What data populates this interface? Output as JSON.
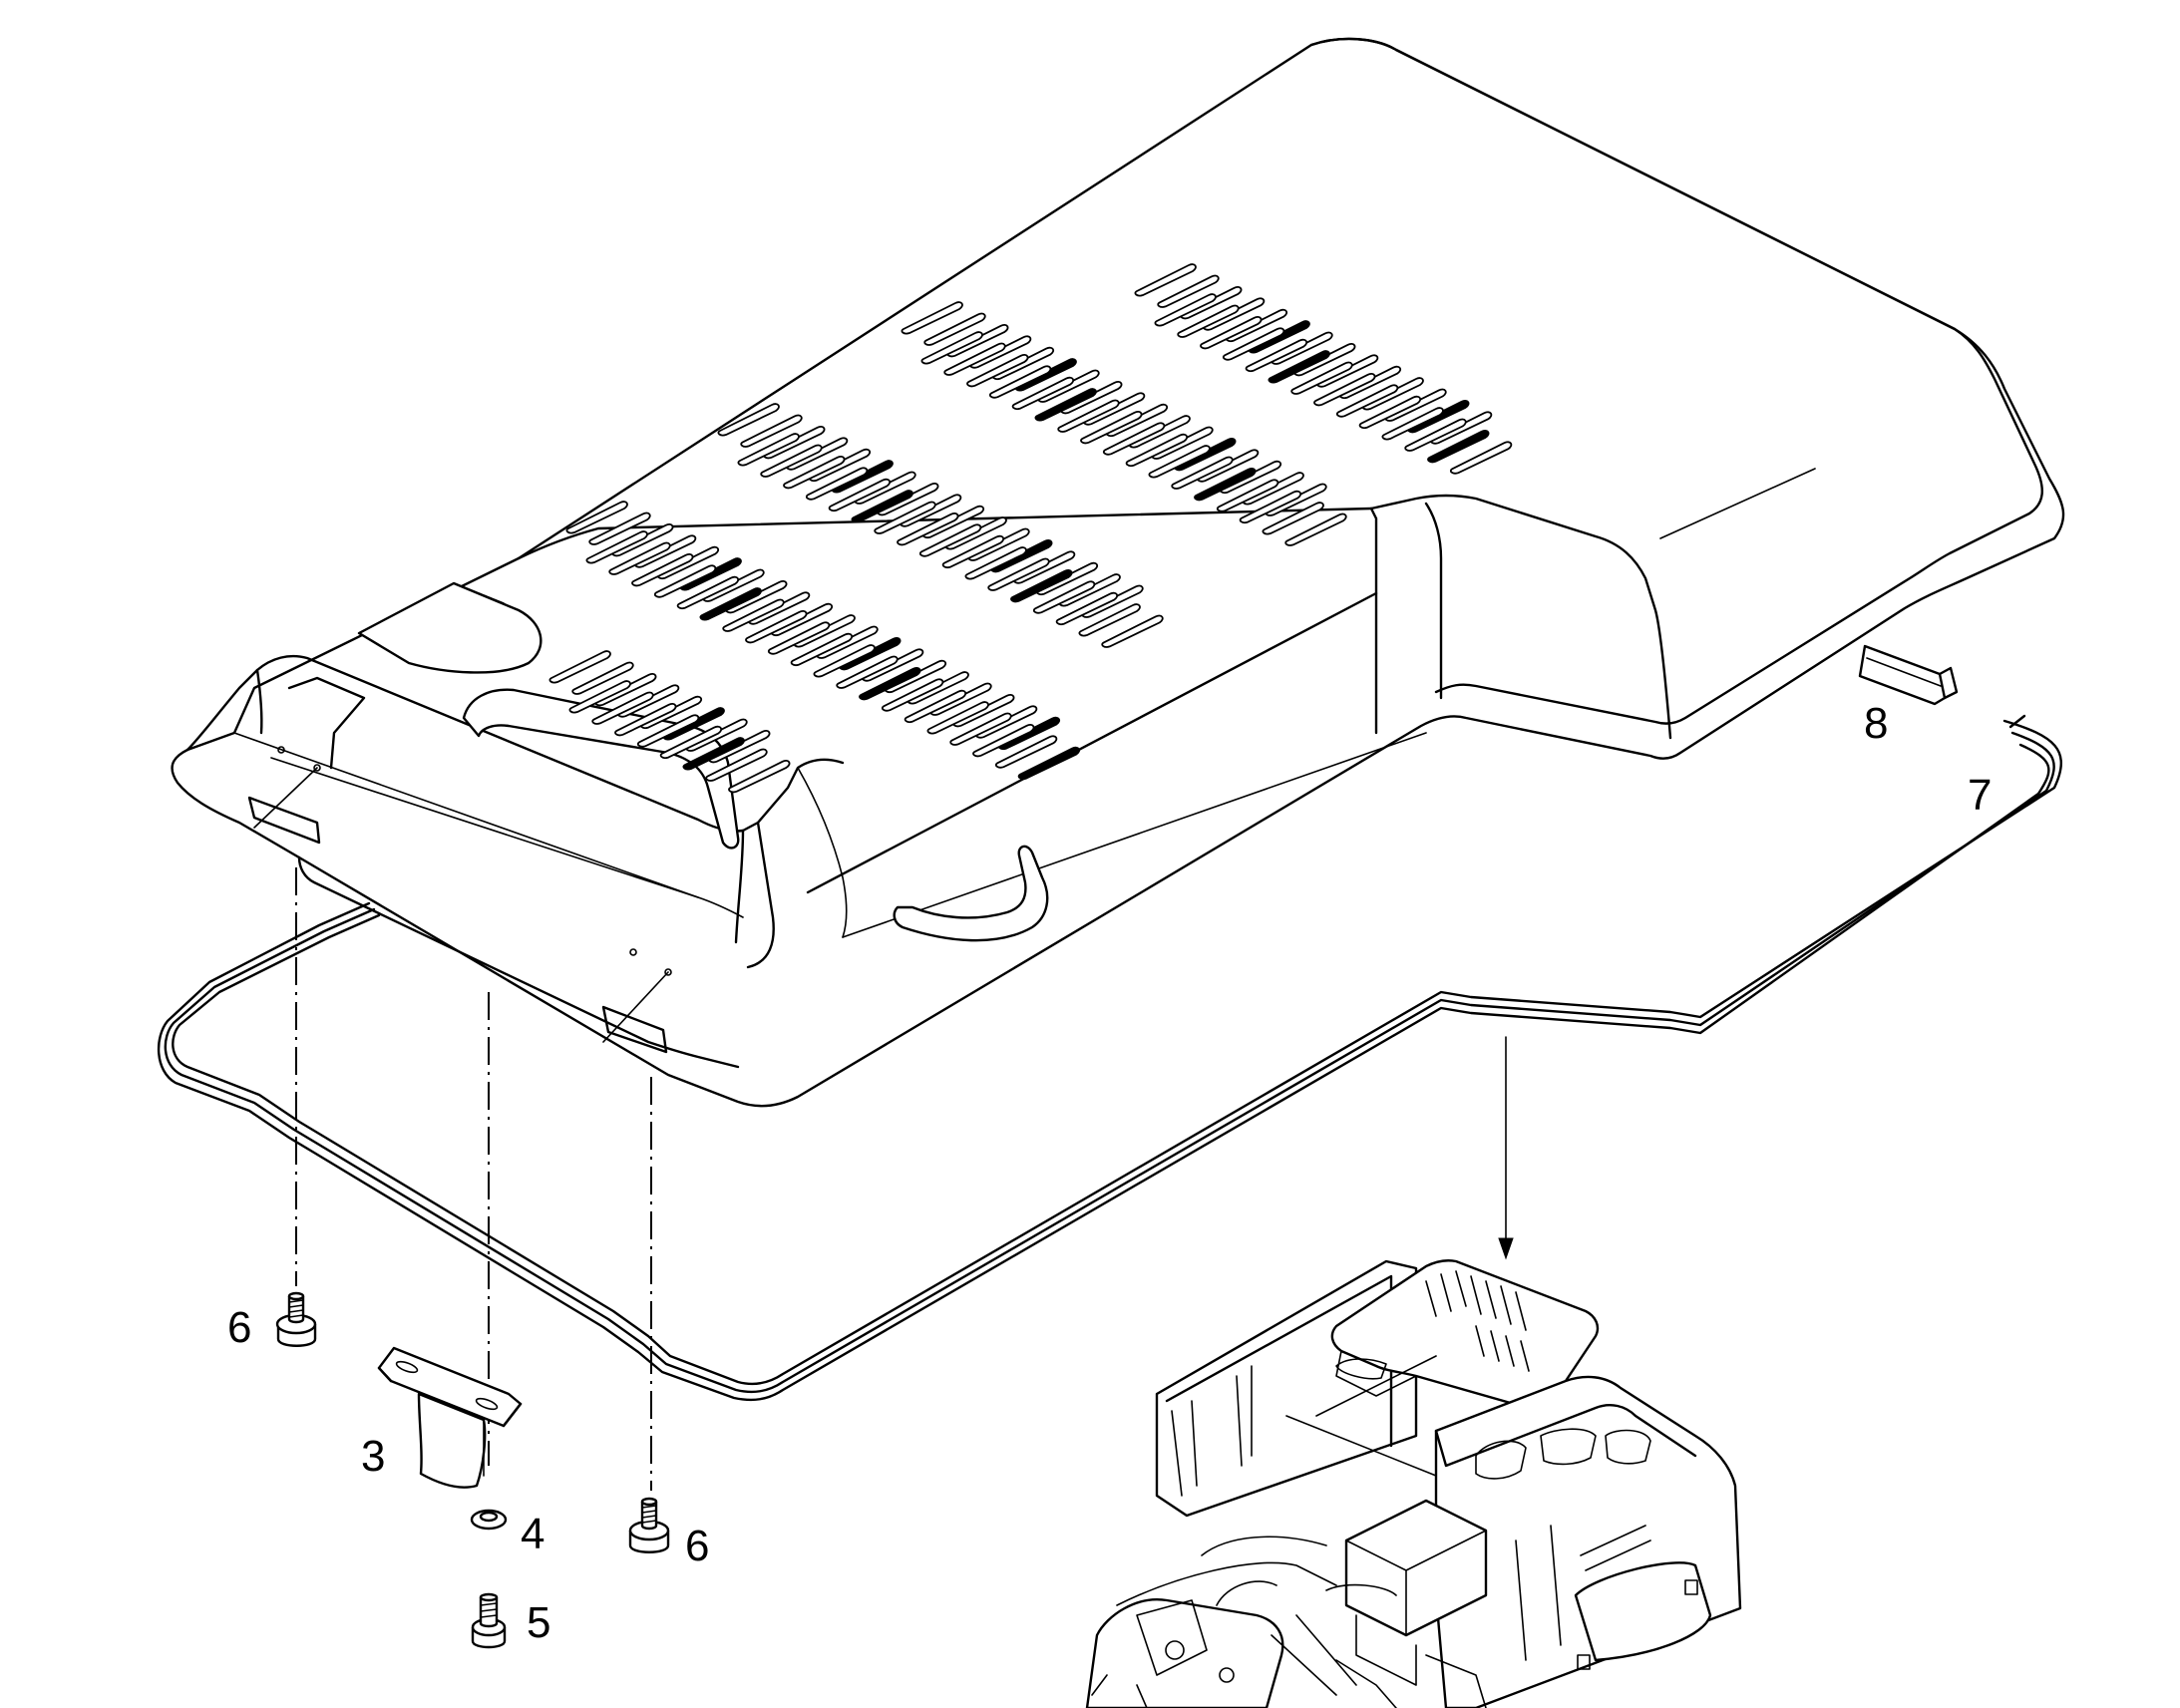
{
  "callouts": [
    {
      "id": "c3",
      "text": "3"
    },
    {
      "id": "c4",
      "text": "4"
    },
    {
      "id": "c5",
      "text": "5"
    },
    {
      "id": "c6a",
      "text": "6"
    },
    {
      "id": "c6b",
      "text": "6"
    },
    {
      "id": "c7",
      "text": "7"
    },
    {
      "id": "c8",
      "text": "8"
    }
  ],
  "colors": {
    "line": "#000000",
    "background": "#ffffff"
  }
}
